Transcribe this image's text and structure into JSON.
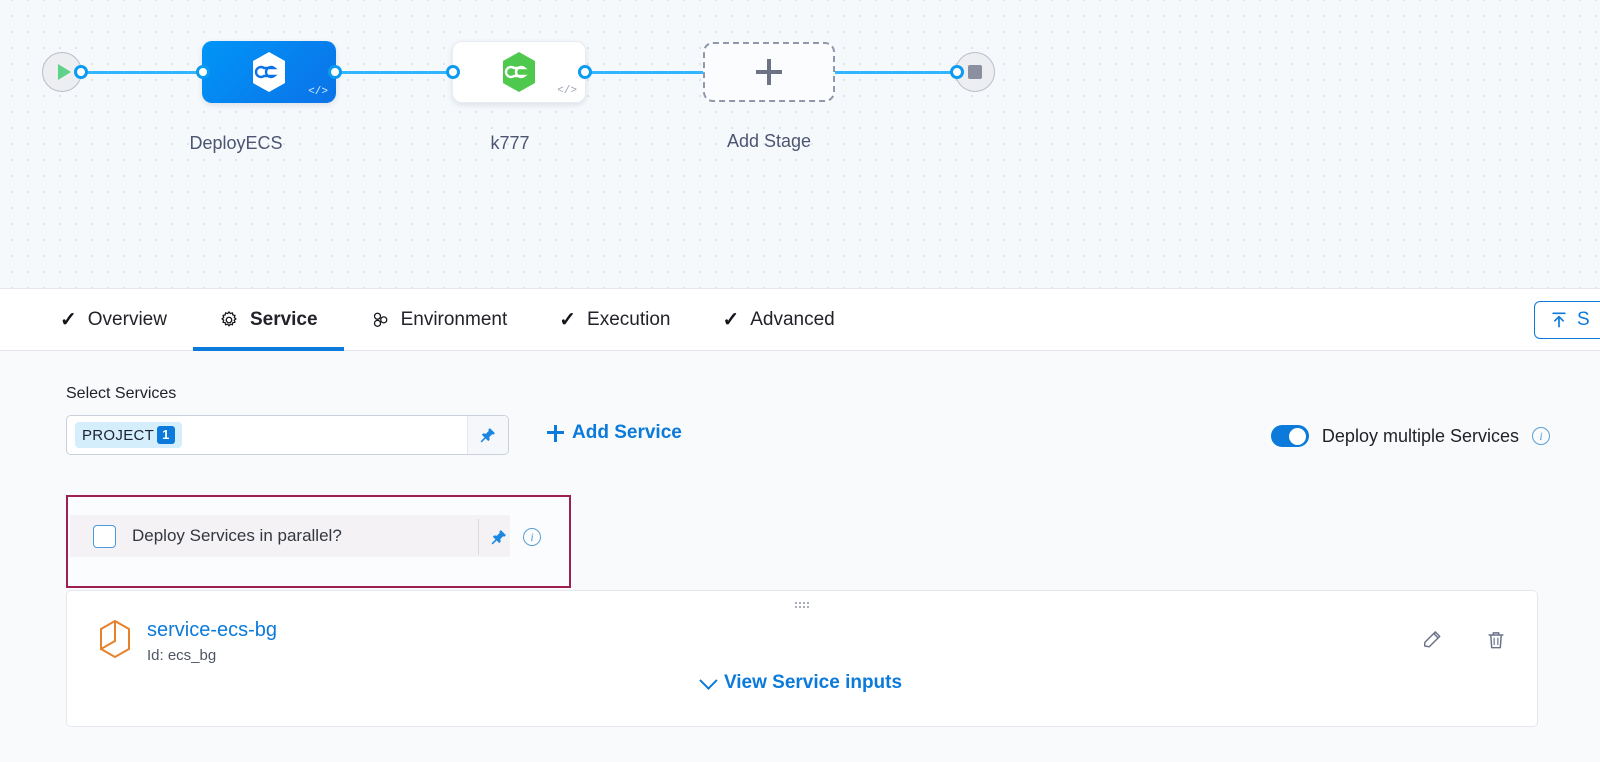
{
  "pipeline": {
    "start_node": {
      "icon": "play-icon"
    },
    "end_node": {
      "icon": "stop-icon"
    },
    "stages": [
      {
        "label": "DeployECS",
        "icon": "harness-hex-icon",
        "state": "selected",
        "code_glyph": "</>"
      },
      {
        "label": "k777",
        "icon": "harness-hex-green-icon",
        "state": "default",
        "code_glyph": "</>"
      }
    ],
    "add_stage": {
      "label": "Add Stage",
      "icon": "plus-icon"
    }
  },
  "tabs": [
    {
      "label": "Overview",
      "icon": "check-icon",
      "active": false
    },
    {
      "label": "Service",
      "icon": "gear-icon",
      "active": true
    },
    {
      "label": "Environment",
      "icon": "environment-icon",
      "active": false
    },
    {
      "label": "Execution",
      "icon": "check-icon",
      "active": false
    },
    {
      "label": "Advanced",
      "icon": "check-icon",
      "active": false
    }
  ],
  "save_button": {
    "label": "S",
    "icon": "upload-icon"
  },
  "service_panel": {
    "section_label": "Select Services",
    "select": {
      "chip_label": "PROJECT",
      "chip_count": "1",
      "pin_icon": "pin-icon"
    },
    "add_service_label": "Add Service",
    "deploy_multiple": {
      "label": "Deploy multiple Services",
      "enabled": true,
      "info_icon": "info-icon",
      "info_glyph": "i"
    },
    "parallel": {
      "label": "Deploy Services in parallel?",
      "checked": false,
      "pin_icon": "pin-icon",
      "info_icon": "info-icon",
      "info_glyph": "i"
    },
    "service_card": {
      "drag_handle": "drag-handle-icon",
      "service_icon": "service-hex-icon",
      "name": "service-ecs-bg",
      "id_text": "Id: ecs_bg",
      "view_inputs_label": "View Service inputs",
      "edit_icon": "pencil-icon",
      "delete_icon": "trash-icon"
    }
  },
  "colors": {
    "accent_blue": "#0b7ada",
    "wire_blue": "#33b6ff",
    "stage_selected": "#0b72e8",
    "green": "#4ec94e",
    "highlight_border": "#9e1f52",
    "chip_bg": "#d4eefc",
    "service_orange": "#e8822a",
    "canvas_bg": "#f6f9fc",
    "panel_bg": "#f8fafc"
  }
}
